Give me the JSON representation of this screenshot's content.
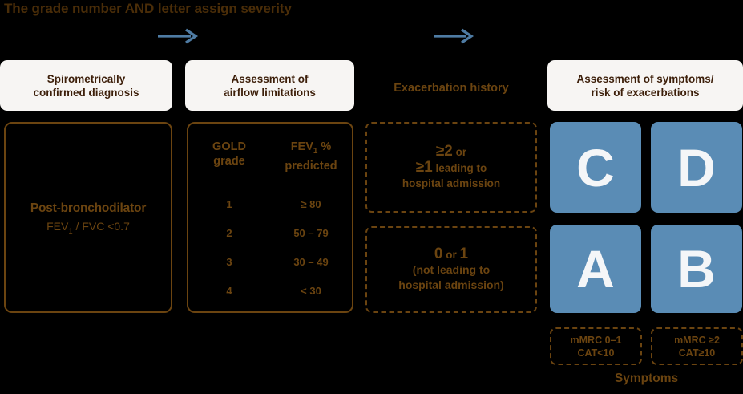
{
  "title": "The grade number AND letter assign severity",
  "colors": {
    "background": "#000000",
    "brown": "#6b4410",
    "title_brown": "#4a2d08",
    "pill_bg": "#f7f5f3",
    "pill_text": "#3d1f0a",
    "tile_blue": "#5a8cb5",
    "tile_letter": "#f4f6f8",
    "arrow_blue": "#4e7ba3"
  },
  "arrows": [
    {
      "name": "arrow-right-1"
    },
    {
      "name": "arrow-right-2"
    }
  ],
  "headers": {
    "spirometry": {
      "line1": "Spirometrically",
      "line2": "confirmed diagnosis"
    },
    "airflow": {
      "line1": "Assessment of",
      "line2": "airflow limitations"
    },
    "exacerbation": {
      "line1": "Exacerbation",
      "line2": "history"
    },
    "symptoms_risk": {
      "line1": "Assessment of symptoms/",
      "line2": "risk of exacerbations"
    }
  },
  "spirometry_panel": {
    "main": "Post-bronchodilator",
    "sub_prefix": "FEV",
    "sub_subscript": "1",
    "sub_suffix": " / FVC <0.7"
  },
  "gold_table": {
    "col1_header_line1": "GOLD",
    "col1_header_line2": "grade",
    "col2_header_line1_prefix": "FEV",
    "col2_header_line1_subscript": "1",
    "col2_header_line1_suffix": " %",
    "col2_header_line2": "predicted",
    "rows": [
      {
        "grade": "1",
        "fev1": "≥ 80"
      },
      {
        "grade": "2",
        "fev1": "50 – 79"
      },
      {
        "grade": "3",
        "fev1": "30 – 49"
      },
      {
        "grade": "4",
        "fev1": "< 30"
      }
    ]
  },
  "exacerbation_boxes": [
    {
      "name": "exacerbation-high-risk-box",
      "line1_big": "≥2",
      "line1_small": " or",
      "line2_big": "≥1",
      "line2_small": " leading to",
      "line3": "hospital admission"
    },
    {
      "name": "exacerbation-low-risk-box",
      "line1_big": "0",
      "line1_mid": " or ",
      "line1_big2": "1",
      "line2": "(not leading to",
      "line3": "hospital admission)"
    }
  ],
  "abcd_tiles": [
    {
      "name": "tile-c",
      "letter": "C",
      "row": "top",
      "col": "left"
    },
    {
      "name": "tile-d",
      "letter": "D",
      "row": "top",
      "col": "right"
    },
    {
      "name": "tile-a",
      "letter": "A",
      "row": "bottom",
      "col": "left"
    },
    {
      "name": "tile-b",
      "letter": "B",
      "row": "bottom",
      "col": "right"
    }
  ],
  "symptom_boxes": [
    {
      "name": "mmrc-low-box",
      "line1": "mMRC 0–1",
      "line2": "CAT<10"
    },
    {
      "name": "mmrc-high-box",
      "line1": "mMRC ≥2",
      "line2": "CAT≥10"
    }
  ],
  "symptoms_label": "Symptoms"
}
